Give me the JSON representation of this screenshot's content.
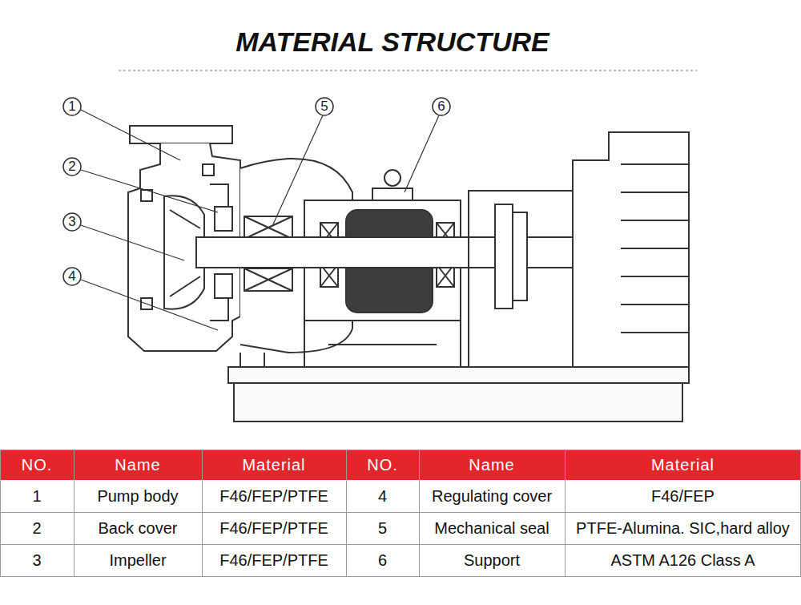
{
  "diagram": {
    "title": "MATERIAL STRUCTURE",
    "labels": [
      "1",
      "2",
      "3",
      "4",
      "5",
      "6",
      "NO.",
      "Name",
      "Material",
      "NO.",
      "Name",
      "Material",
      "1",
      "Pump body",
      "F46/FEP/PTFE",
      "4",
      "Regulating cover",
      "F46/FEP",
      "2",
      "Back cover",
      "F46/FEP/PTFE",
      "5",
      "Mechanical seal",
      "PTFE-Alumina. SIC,hard alloy",
      "3",
      "Impeller",
      "F46/FEP/PTFE",
      "6",
      "Support",
      "ASTM A126 Class A"
    ]
  }
}
